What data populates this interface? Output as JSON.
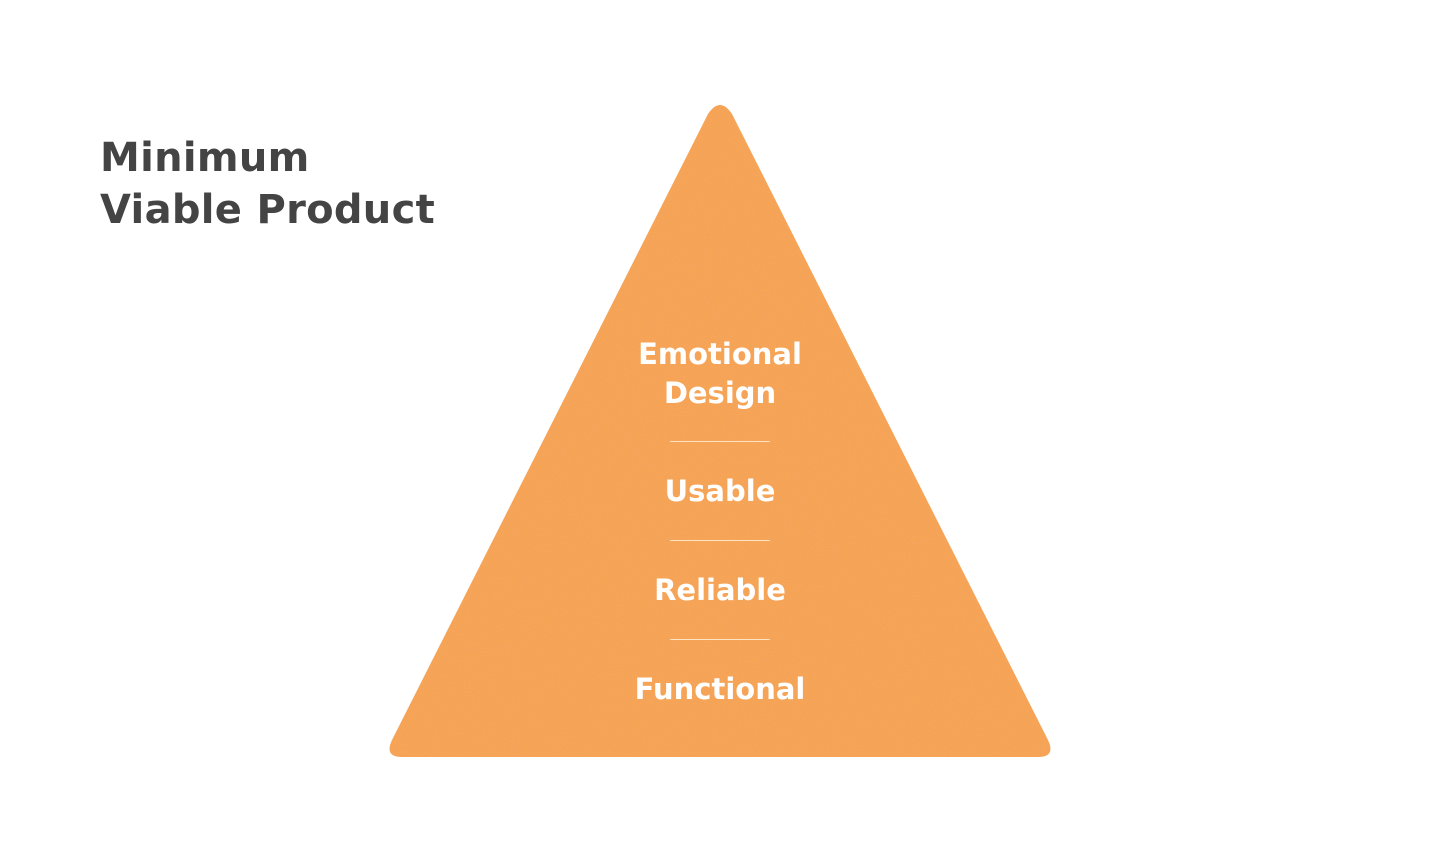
{
  "title": {
    "line1": "Minimum",
    "line2": "Viable Product"
  },
  "pyramid": {
    "color": "#F5A04A",
    "levels": [
      {
        "line1": "Emotional",
        "line2": "Design"
      },
      {
        "label": "Usable"
      },
      {
        "label": "Reliable"
      },
      {
        "label": "Functional"
      }
    ]
  }
}
